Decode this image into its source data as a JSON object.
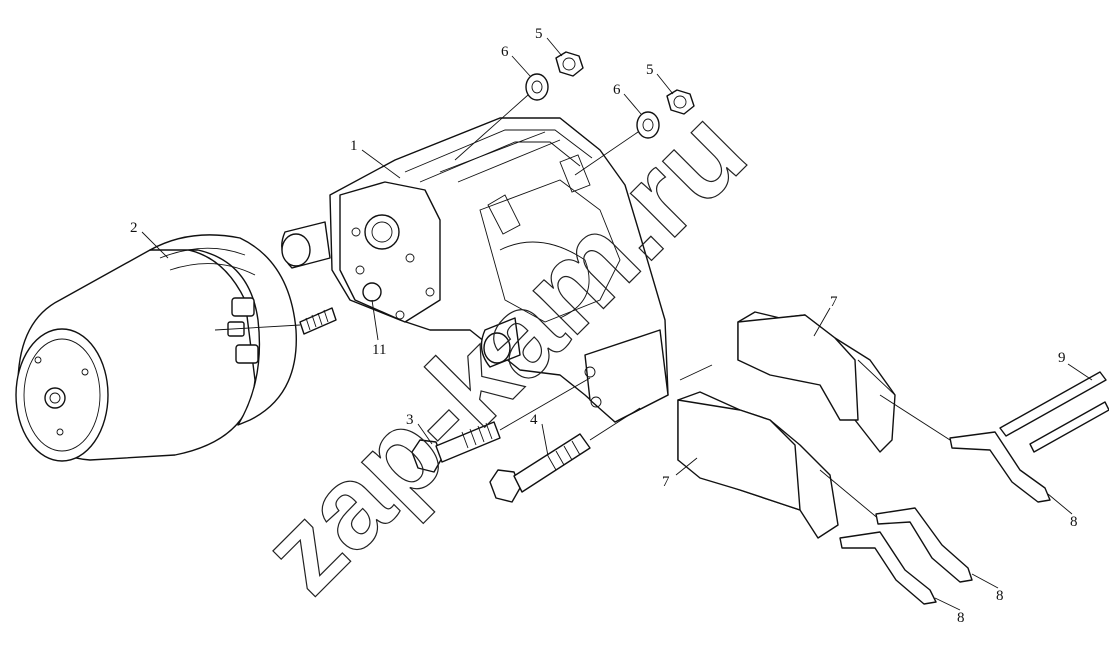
{
  "watermark": {
    "text": "zap-kam.ru"
  },
  "callouts": [
    {
      "id": "1",
      "label": "1"
    },
    {
      "id": "2",
      "label": "2"
    },
    {
      "id": "3",
      "label": "3"
    },
    {
      "id": "4",
      "label": "4"
    },
    {
      "id": "5a",
      "label": "5"
    },
    {
      "id": "5b",
      "label": "5"
    },
    {
      "id": "6a",
      "label": "6"
    },
    {
      "id": "6b",
      "label": "6"
    },
    {
      "id": "7a",
      "label": "7"
    },
    {
      "id": "7b",
      "label": "7"
    },
    {
      "id": "8a",
      "label": "8"
    },
    {
      "id": "8b",
      "label": "8"
    },
    {
      "id": "8c",
      "label": "8"
    },
    {
      "id": "9",
      "label": "9"
    },
    {
      "id": "11",
      "label": "11"
    }
  ]
}
